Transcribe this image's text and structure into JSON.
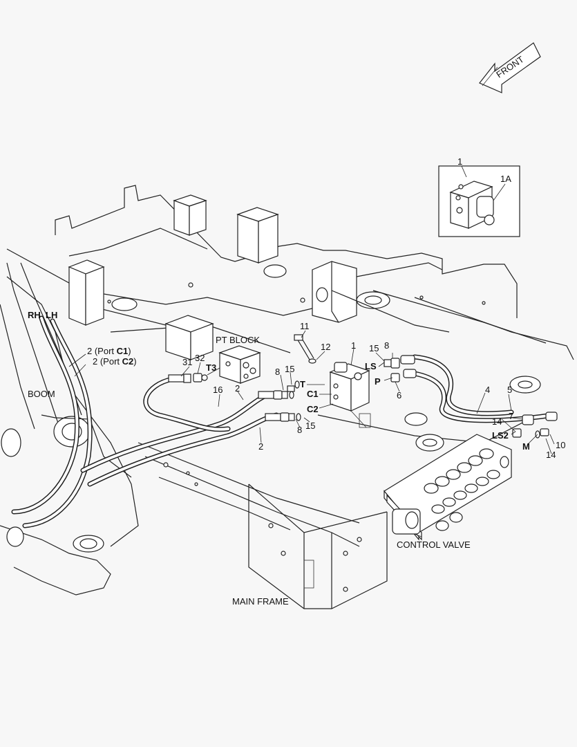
{
  "orientation": {
    "front_label": "FRONT"
  },
  "assemblies": {
    "pt_block": "PT BLOCK",
    "boom": "BOOM",
    "control_valve": "CONTROL VALVE",
    "main_frame": "MAIN FRAME"
  },
  "ports": {
    "rh": "RH",
    "lh": "LH",
    "t3": "T3",
    "t": "T",
    "c1": "C1",
    "c2": "C2",
    "ls": "LS",
    "p": "P",
    "ls2": "LS2",
    "m": "M"
  },
  "hose_labels": {
    "port_c1_prefix": "2 (Port ",
    "port_c1_bold": "C1",
    "port_c1_suffix": ")",
    "port_c2_prefix": "2 (Port ",
    "port_c2_bold": "C2",
    "port_c2_suffix": ")"
  },
  "inset": {
    "callout": "1",
    "sub_callout": "1A"
  },
  "callouts": {
    "c11": "11",
    "c12": "12",
    "c1_valve": "1",
    "c15_top": "15",
    "c8_top": "8",
    "c31": "31",
    "c32": "32",
    "c8_left": "8",
    "c15_left": "15",
    "c16": "16",
    "c2_mid": "2",
    "c2_low": "2",
    "c8_bottom": "8",
    "c15_bottom": "15",
    "c6": "6",
    "c4": "4",
    "c5": "5",
    "c14_left": "14",
    "c7": "7",
    "c10": "10",
    "c14_right": "14"
  }
}
